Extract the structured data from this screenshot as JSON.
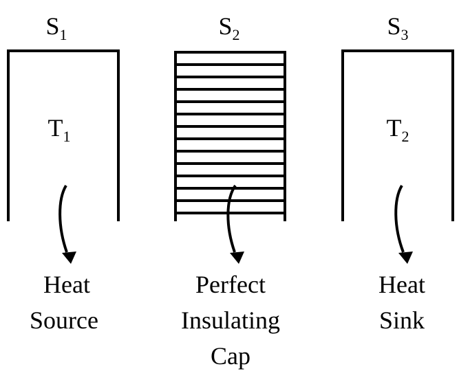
{
  "colors": {
    "ink": "#000000",
    "background": "#ffffff"
  },
  "containers": [
    {
      "label_base": "S",
      "label_sub": "1",
      "temp_base": "T",
      "temp_sub": "1",
      "caption_lines": [
        "Heat",
        "Source"
      ]
    },
    {
      "label_base": "S",
      "label_sub": "2",
      "caption_lines": [
        "Perfect",
        "Insulating",
        "Cap"
      ]
    },
    {
      "label_base": "S",
      "label_sub": "3",
      "temp_base": "T",
      "temp_sub": "2",
      "caption_lines": [
        "Heat",
        "Sink"
      ]
    }
  ]
}
